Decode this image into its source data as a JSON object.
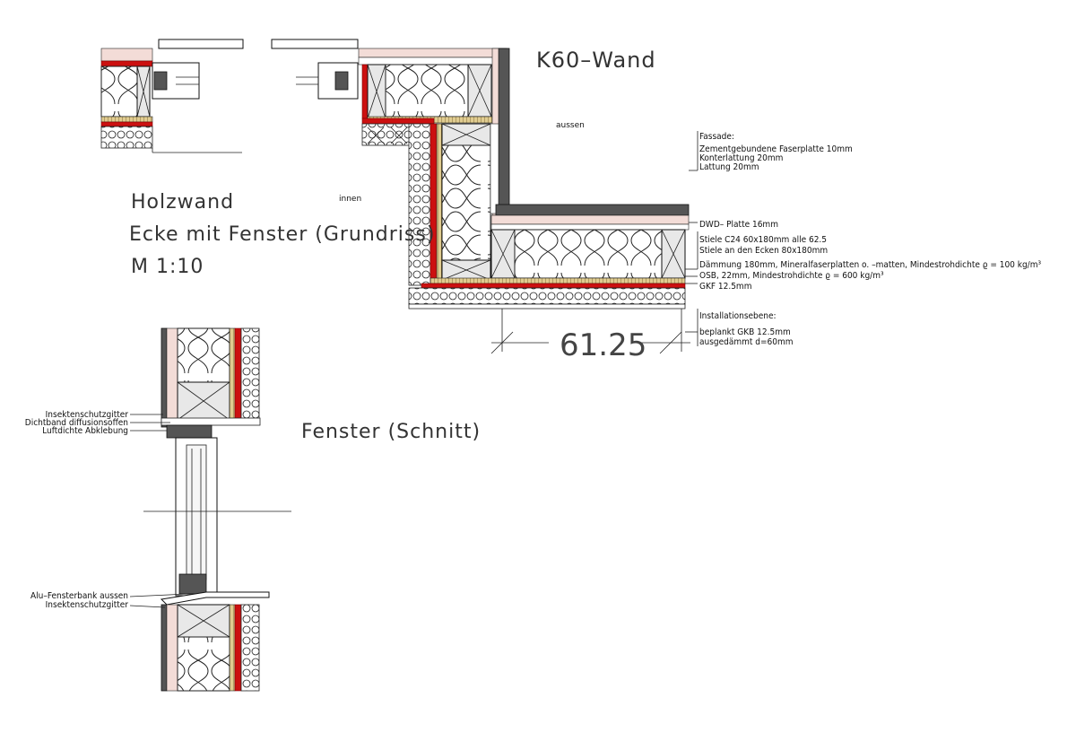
{
  "titles": {
    "k60": "K60–Wand",
    "holzwand": "Holzwand",
    "ecke": "Ecke mit Fenster (Grundriss)",
    "massstab": "M 1:10",
    "fenster": "Fenster (Schnitt)"
  },
  "orientation": {
    "aussen": "aussen",
    "innen": "innen"
  },
  "dimension": {
    "value": "61.25"
  },
  "layers": {
    "fassade_head": "Fassade:",
    "fassade_1": "Zementgebundene Faserplatte 10mm",
    "fassade_2": "Konterlattung 20mm",
    "fassade_3": "Lattung 20mm",
    "dwd": "DWD– Platte 16mm",
    "stiele_1": "Stiele C24 60x180mm alle 62.5",
    "stiele_2": "Stiele an den Ecken 80x180mm",
    "daemmung": "Dämmung 180mm, Mineralfaserplatten o. –matten, Mindestrohdichte ϱ = 100 kg/m³",
    "osb": "OSB, 22mm, Mindestrohdichte ϱ = 600 kg/m³",
    "gkf": "GKF 12.5mm",
    "install_head": "Installationsebene:",
    "install_1": "beplankt GKB 12.5mm",
    "install_2": "ausgedämmt d=60mm"
  },
  "section_labels": {
    "insektenschutz_top": "Insektenschutzgitter",
    "dichtband": "Dichtband diffusionsoffen",
    "luftdicht": "Luftdichte Abklebung",
    "fensterbank": "Alu–Fensterbank aussen",
    "insektenschutz_bottom": "Insektenschutzgitter"
  },
  "colors": {
    "airtight_layer": "#cc1010",
    "osb": "#e0cc90",
    "cladding": "#f3dcd7",
    "line": "#111111"
  }
}
